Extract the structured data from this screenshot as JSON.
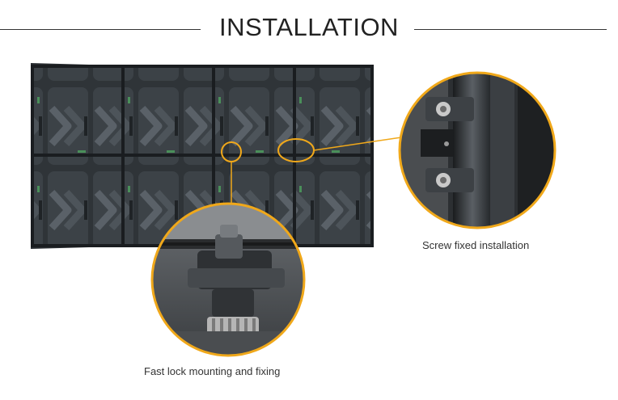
{
  "heading": {
    "title": "INSTALLATION"
  },
  "captions": {
    "screw": "Screw fixed installation",
    "fastlock": "Fast lock mounting and fixing"
  },
  "colors": {
    "accent_ring": "#f0a81a",
    "panel_dark": "#2b2f33",
    "panel_frame": "#3a3f44",
    "title_text": "#222222"
  },
  "icons": [
    "led-panel-wall",
    "screw-detail-zoom",
    "fast-lock-detail-zoom"
  ]
}
